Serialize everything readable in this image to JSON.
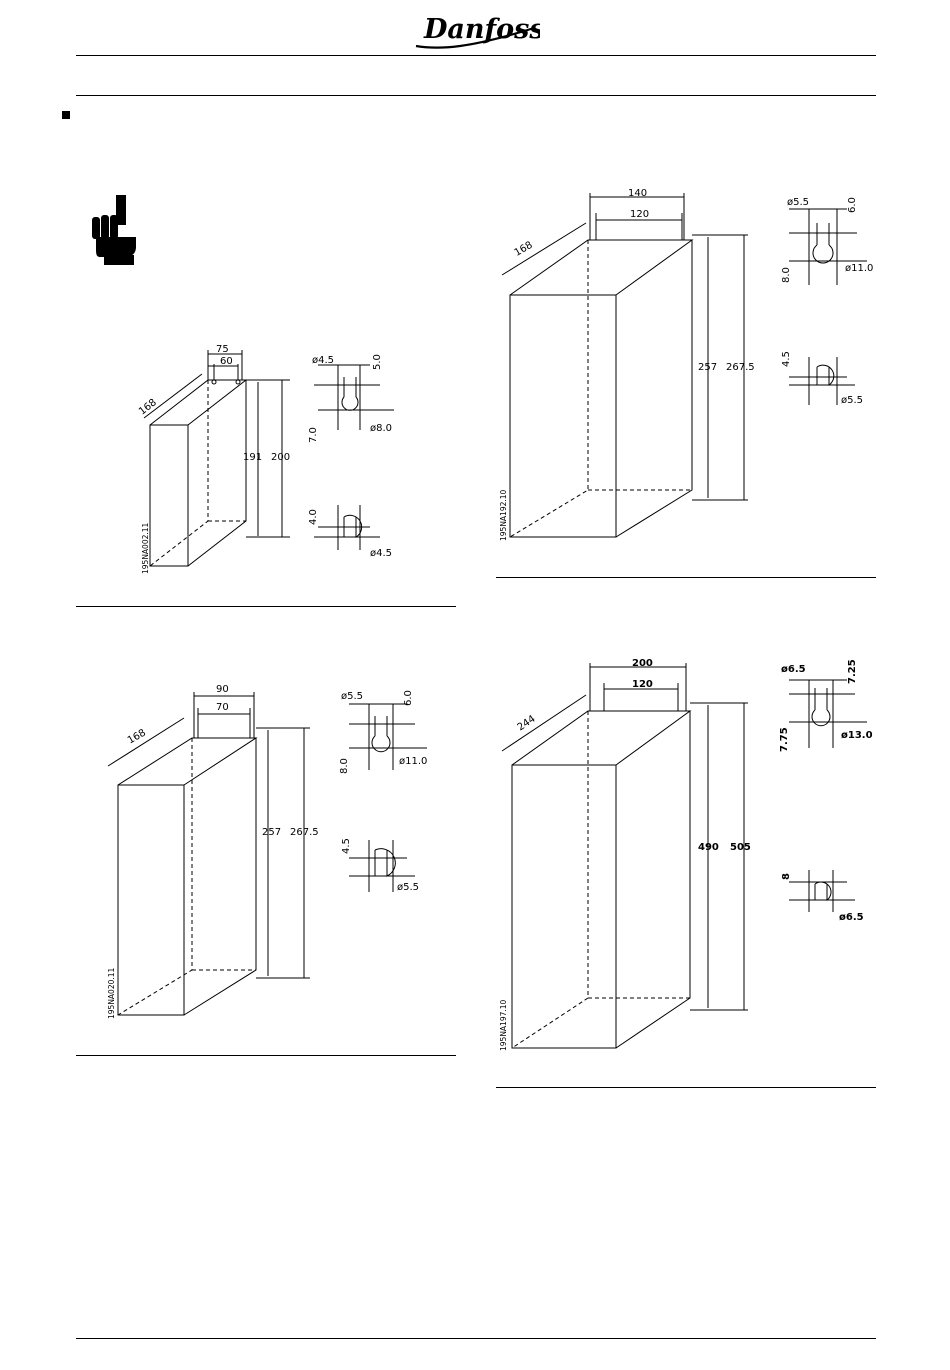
{
  "header": {
    "brand": "Danfoss"
  },
  "figures": [
    {
      "id": "195NA002.11",
      "box_depth": "168",
      "outer_width": "75",
      "inner_width": "60",
      "inner_height": "191",
      "outer_height": "200",
      "top_hole": {
        "slot_diameter": "ø4.5",
        "top_offset": "5.0",
        "head_offset": "7.0",
        "head_diameter": "ø8.0"
      },
      "bottom_hole": {
        "offset": "4.0",
        "diameter": "ø4.5"
      }
    },
    {
      "id": "195NA192.10",
      "box_depth": "168",
      "outer_width": "140",
      "inner_width": "120",
      "inner_height": "257",
      "outer_height": "267.5",
      "top_hole": {
        "slot_diameter": "ø5.5",
        "top_offset": "6.0",
        "head_offset": "8.0",
        "head_diameter": "ø11.0"
      },
      "bottom_hole": {
        "offset": "4.5",
        "diameter": "ø5.5"
      }
    },
    {
      "id": "195NA020.11",
      "box_depth": "168",
      "outer_width": "90",
      "inner_width": "70",
      "inner_height": "257",
      "outer_height": "267.5",
      "top_hole": {
        "slot_diameter": "ø5.5",
        "top_offset": "6.0",
        "head_offset": "8.0",
        "head_diameter": "ø11.0"
      },
      "bottom_hole": {
        "offset": "4.5",
        "diameter": "ø5.5"
      }
    },
    {
      "id": "195NA197.10",
      "box_depth": "244",
      "outer_width": "200",
      "inner_width": "120",
      "inner_height": "490",
      "outer_height": "505",
      "top_hole": {
        "slot_diameter": "ø6.5",
        "top_offset": "7.25",
        "head_offset": "7.75",
        "head_diameter": "ø13.0"
      },
      "bottom_hole": {
        "offset": "8",
        "diameter": "ø6.5"
      }
    }
  ]
}
